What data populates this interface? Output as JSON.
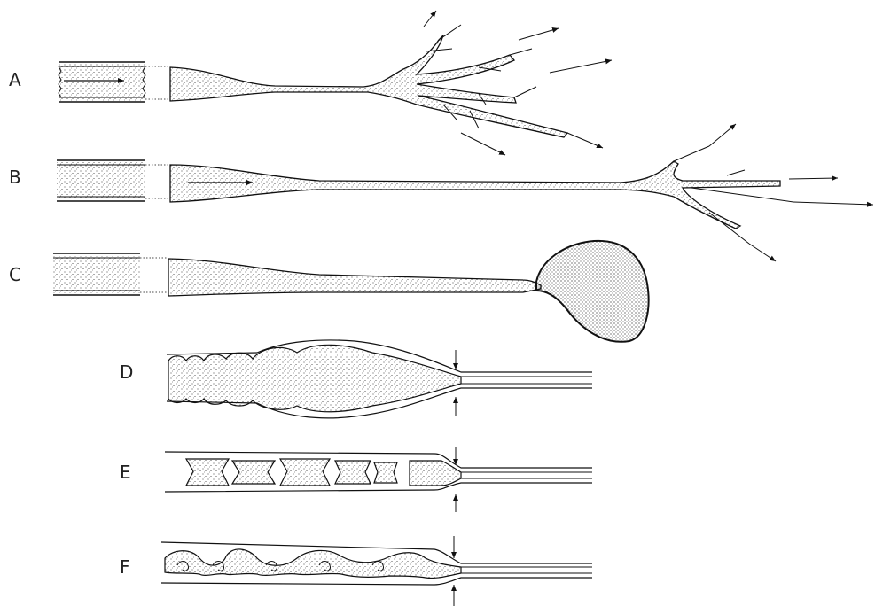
{
  "figure": {
    "top_caption_fragment": "",
    "panels": [
      {
        "id": "A",
        "label": "A"
      },
      {
        "id": "B",
        "label": "B"
      },
      {
        "id": "C",
        "label": "C"
      },
      {
        "id": "D",
        "label": "D"
      },
      {
        "id": "E",
        "label": "E"
      },
      {
        "id": "F",
        "label": "F"
      }
    ]
  },
  "colors": {
    "ink": "#1a1a1a",
    "paper": "#ffffff",
    "stipple": "#333333"
  }
}
